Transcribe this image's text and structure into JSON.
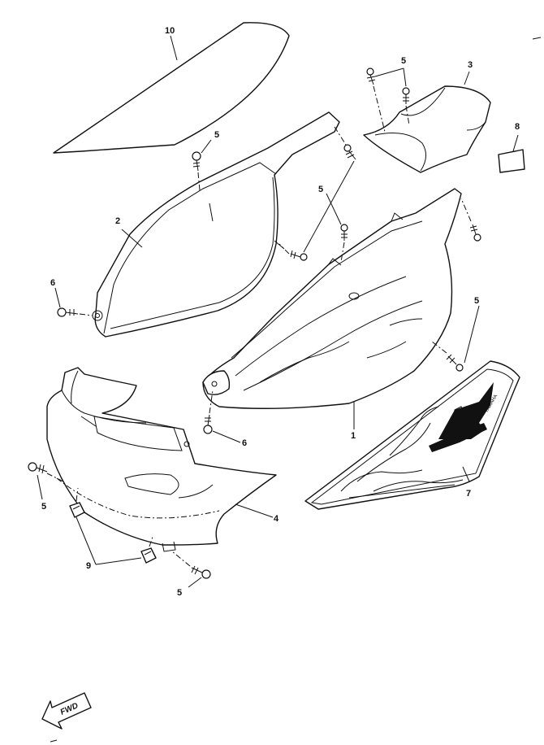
{
  "callouts": {
    "c10": "10",
    "c5_top_right": "5",
    "c3": "3",
    "c8": "8",
    "c5_upper_left": "5",
    "c5_mid": "5",
    "c2": "2",
    "c6_left": "6",
    "c5_right": "5",
    "c1": "1",
    "c6_lower": "6",
    "c7": "7",
    "c5_lower_left": "5",
    "c4": "4",
    "c9": "9",
    "c5_bottom": "5"
  },
  "fwd_label": "FWD",
  "decal_text": "YAMAHA",
  "icons": {
    "direction": "fwd-arrow-icon"
  },
  "colors": {
    "ink": "#111111",
    "paper": "#ffffff"
  }
}
